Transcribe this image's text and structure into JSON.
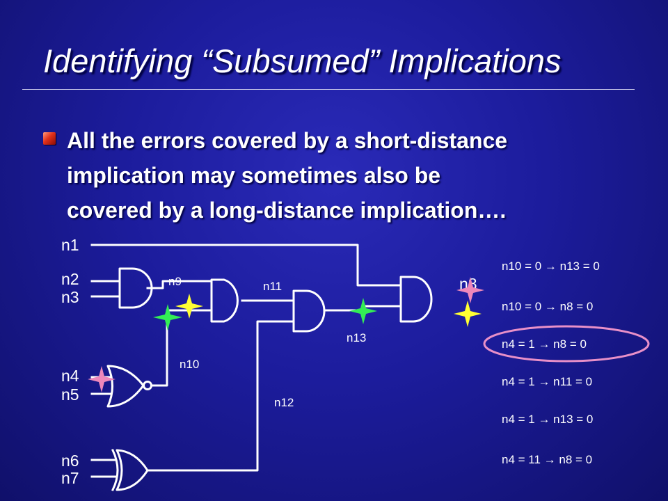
{
  "title": "Identifying “Subsumed” Implications",
  "bullet": {
    "lines": [
      "All the errors covered by a short-distance",
      "implication may sometimes also be",
      "covered by a long-distance implication…."
    ]
  },
  "circuit": {
    "inputs": [
      "n1",
      "n2",
      "n3",
      "n4",
      "n5",
      "n6",
      "n7"
    ],
    "nets": {
      "n9": "n9",
      "n10": "n10",
      "n11": "n11",
      "n12": "n12",
      "n13": "n13",
      "n8": "n8"
    },
    "gates": [
      "and-gate",
      "nor-gate",
      "or-gate",
      "and-gate",
      "and-gate",
      "and-gate"
    ],
    "markers": {
      "yellow": "#ffff33",
      "green": "#33ee55",
      "pink": "#ee88bb"
    }
  },
  "implications": [
    "n10 = 0 → n13 = 0",
    "n10 = 0 → n8 = 0",
    "n4 = 1 → n8 = 0",
    "n4 = 1 → n11 = 0",
    "n4 = 1 → n13 = 0",
    "n4 = 11 → n8 = 0"
  ],
  "highlight_color": "#e890c8"
}
